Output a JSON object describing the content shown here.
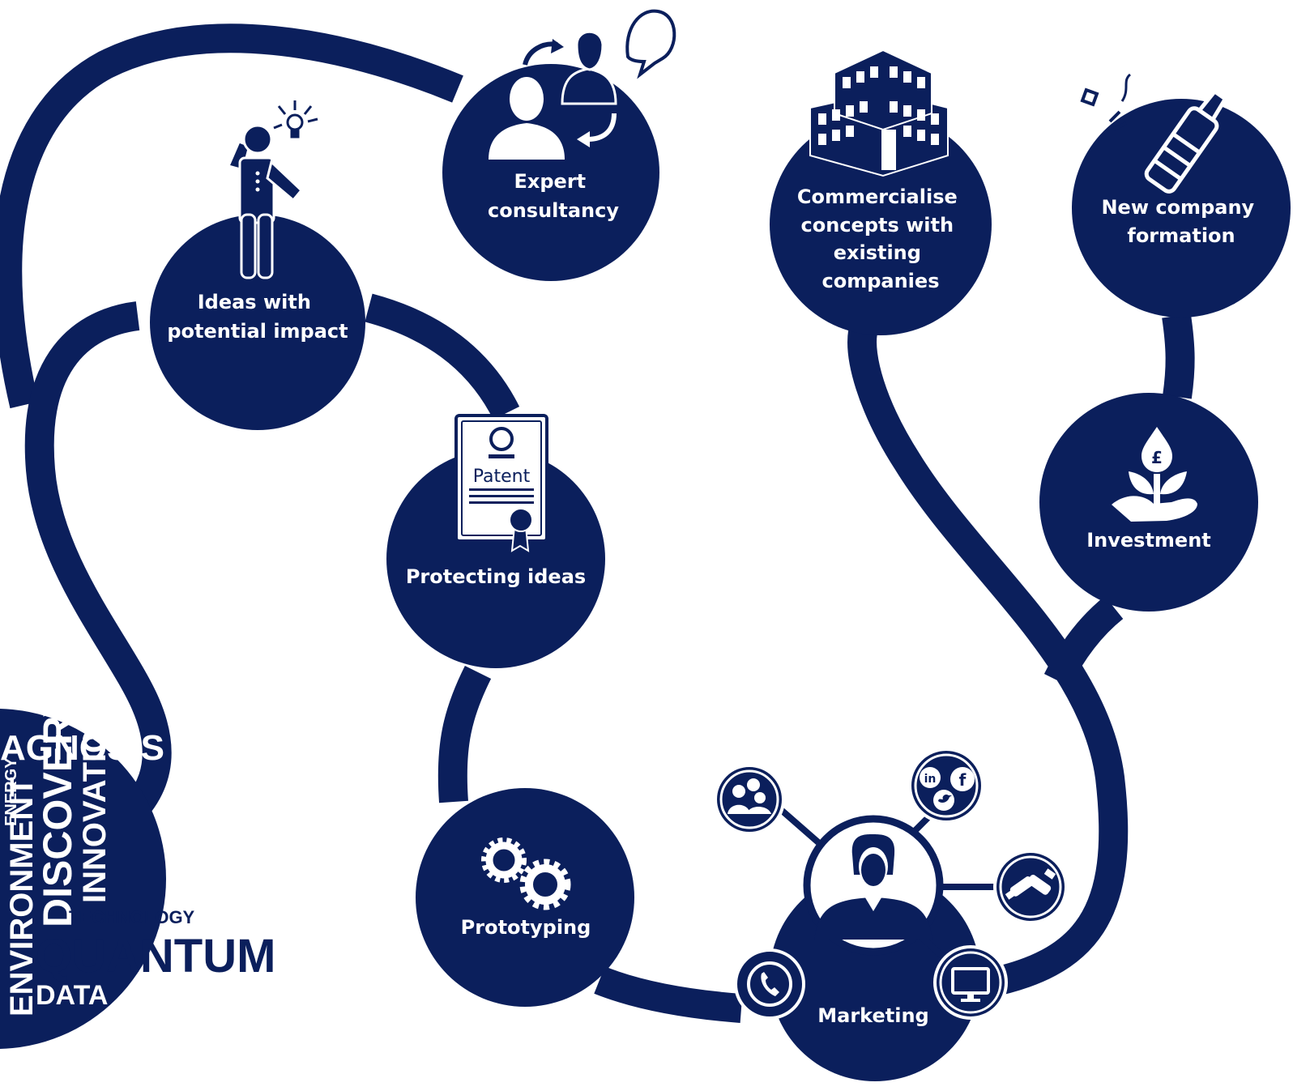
{
  "colors": {
    "navy": "#0b1f5c",
    "white": "#ffffff"
  },
  "nodes": {
    "ideas": {
      "lines": [
        "Ideas with",
        "potential impact"
      ],
      "icon": "thinking-person-lightbulb-icon"
    },
    "consultancy": {
      "lines": [
        "Expert",
        "consultancy"
      ],
      "icon": "two-people-speech-bubble-icon"
    },
    "protecting": {
      "lines": [
        "Protecting ideas"
      ],
      "icon": "patent-certificate-icon",
      "icon_text": "Patent"
    },
    "prototyping": {
      "lines": [
        "Prototyping"
      ],
      "icon": "gears-icon"
    },
    "marketing": {
      "lines": [
        "Marketing"
      ],
      "icon": "businesswoman-network-icon"
    },
    "commercialise": {
      "lines": [
        "Commercialise",
        "concepts with",
        "existing",
        "companies"
      ],
      "icon": "office-building-icon"
    },
    "new_company": {
      "lines": [
        "New company",
        "formation"
      ],
      "icon": "champagne-bottle-icon"
    },
    "investment": {
      "lines": [
        "Investment"
      ],
      "icon": "hand-plant-pound-icon"
    }
  },
  "word_cloud": {
    "words": [
      "AGNOSIS",
      "ENERGY",
      "ENVIRONMENT",
      "DISCOVERY",
      "INNOVATION",
      "TECHNOLOGY",
      "QUANTUM",
      "DATA"
    ]
  },
  "marketing_satellites": [
    "people-group-icon",
    "social-media-icon",
    "handshake-icon",
    "phone-icon",
    "monitor-icon"
  ]
}
